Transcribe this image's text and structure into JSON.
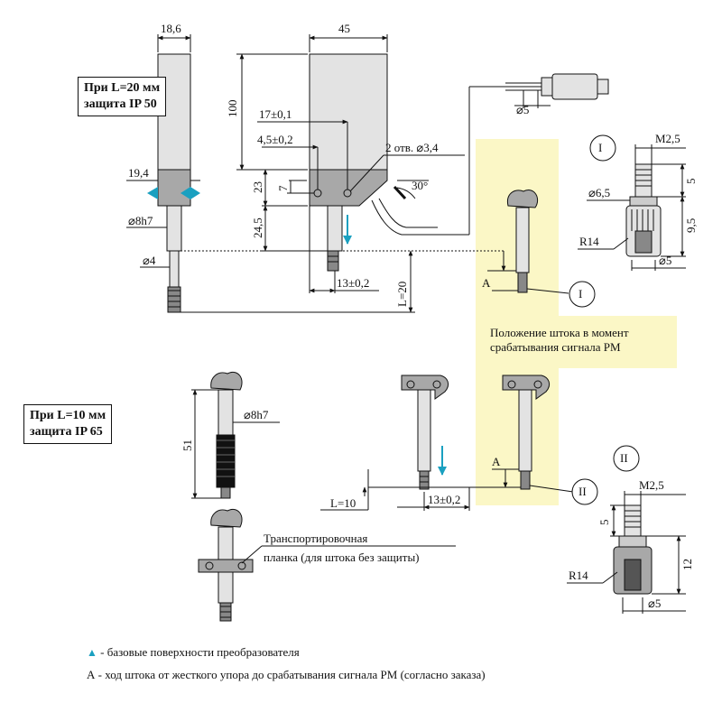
{
  "boxes": {
    "l20": [
      "При L=20 мм",
      "защита IP 50"
    ],
    "l10": [
      "При L=10 мм",
      "защита IP 65"
    ]
  },
  "dims": {
    "w186": "18,6",
    "w45": "45",
    "h100": "100",
    "d17": "17±0,1",
    "d45": "4,5±0,2",
    "holes": "2 отв. ⌀3,4",
    "w194": "19,4",
    "h23": "23",
    "h7": "7",
    "h245": "24,5",
    "d8h7": "⌀8h7",
    "d4": "⌀4",
    "d13a": "13±0,2",
    "l20": "L=20",
    "a30": "30°",
    "d5cable": "⌀5",
    "A1": "A",
    "m25a": "M2,5",
    "d65": "⌀6,5",
    "h5a": "5",
    "h95": "9,5",
    "r14a": "R14",
    "d5a": "⌀5",
    "h51": "51",
    "d8h7b": "⌀8h7",
    "l10": "L=10",
    "d13b": "13±0,2",
    "A2": "A",
    "m25b": "M2,5",
    "h5b": "5",
    "h12": "12",
    "r14b": "R14",
    "d5b": "⌀5"
  },
  "markers": {
    "I_top": "I",
    "I_callout": "I",
    "II_top": "II",
    "II_callout": "II"
  },
  "notes": {
    "position": [
      "Положение штока в момент",
      "срабатывания сигнала РМ"
    ],
    "plank": [
      "Транспортировочная",
      "планка (для штока без защиты)"
    ]
  },
  "legend": {
    "base": "- базовые поверхности преобразователя",
    "stroke": "А - ход штока от жесткого упора до срабатывания сигнала РМ (согласно заказа)"
  },
  "colors": {
    "highlight": "#fbf7c6",
    "accent": "#1aa0c0",
    "light_body": "#e3e3e3",
    "dark_body": "#a8a8a8"
  }
}
